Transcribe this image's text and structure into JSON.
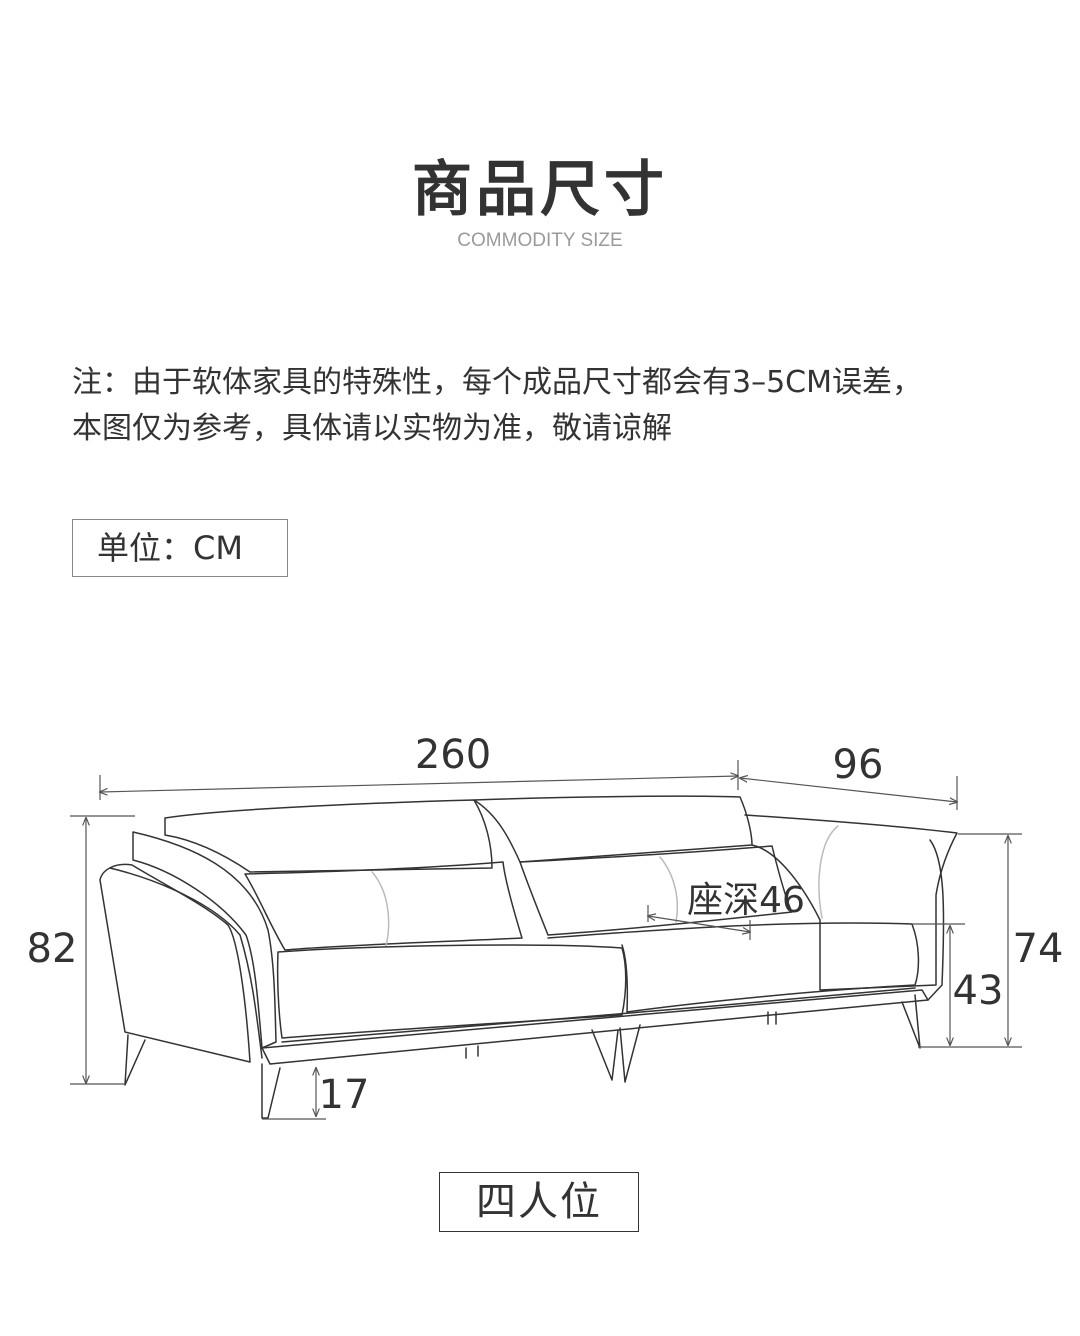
{
  "header": {
    "title": "商品尺寸",
    "subtitle": "COMMODITY SIZE"
  },
  "note": {
    "line1": "注：由于软体家具的特殊性，每个成品尺寸都会有3–5CM误差，",
    "line2": "本图仅为参考，具体请以实物为准，敬请谅解"
  },
  "unit": {
    "label": "单位：CM"
  },
  "dimensions": {
    "width": "260",
    "depth": "96",
    "height": "82",
    "arm_height": "74",
    "seat_height": "43",
    "seat_depth": "座深46",
    "leg_height": "17"
  },
  "seat_type": {
    "label": "四人位"
  },
  "colors": {
    "line": "#333333",
    "dim_line": "#555555",
    "accent_seam": "#bbbbbb",
    "subtitle": "#9a9a9a"
  }
}
